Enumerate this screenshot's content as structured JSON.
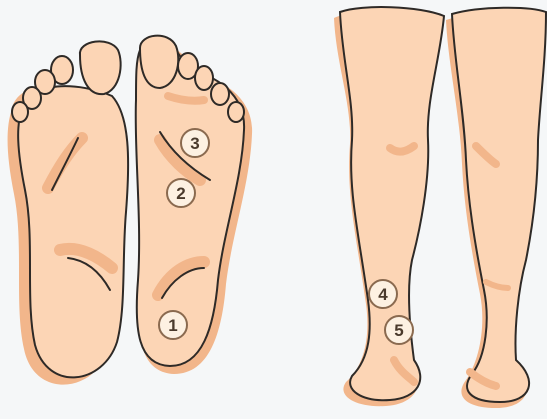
{
  "palette": {
    "background": "#f5f7f8",
    "skin": "#fcd5b5",
    "skin_shadow": "#f2b68b",
    "outline": "#2e2a27",
    "marker_fill": "#fdf1e2",
    "marker_border": "#8a6a4f"
  },
  "diagram": {
    "figures": [
      "feet-soles",
      "legs-back-view"
    ],
    "markers": [
      {
        "id": "marker-1",
        "label": "1",
        "figure": "right-sole",
        "region": "heel"
      },
      {
        "id": "marker-2",
        "label": "2",
        "figure": "right-sole",
        "region": "mid-sole"
      },
      {
        "id": "marker-3",
        "label": "3",
        "figure": "right-sole",
        "region": "ball-of-foot"
      },
      {
        "id": "marker-4",
        "label": "4",
        "figure": "left-leg",
        "region": "lower-calf"
      },
      {
        "id": "marker-5",
        "label": "5",
        "figure": "left-leg",
        "region": "above-ankle"
      }
    ]
  }
}
